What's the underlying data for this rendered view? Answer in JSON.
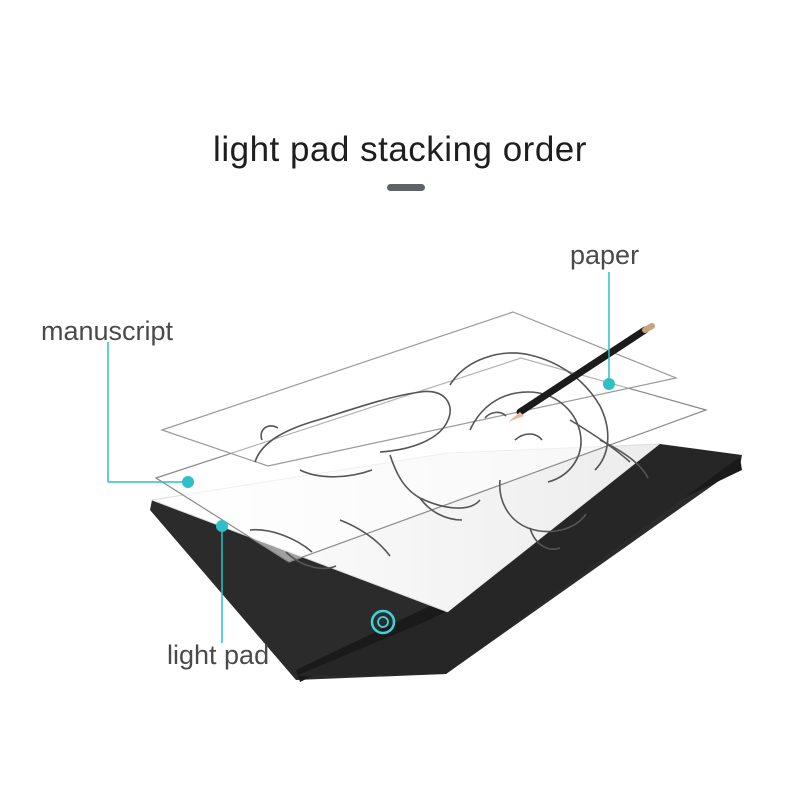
{
  "title": "light pad stacking order",
  "labels": {
    "paper": "paper",
    "manuscript": "manuscript",
    "light_pad": "light pad"
  },
  "colors": {
    "callout": "#2ebfc8",
    "pad_body": "#2b2b2b",
    "pad_surface": "#f4f4f4",
    "sheet_stroke": "#8a8a8a"
  },
  "icons": [
    "power-button-icon",
    "pencil-icon"
  ]
}
